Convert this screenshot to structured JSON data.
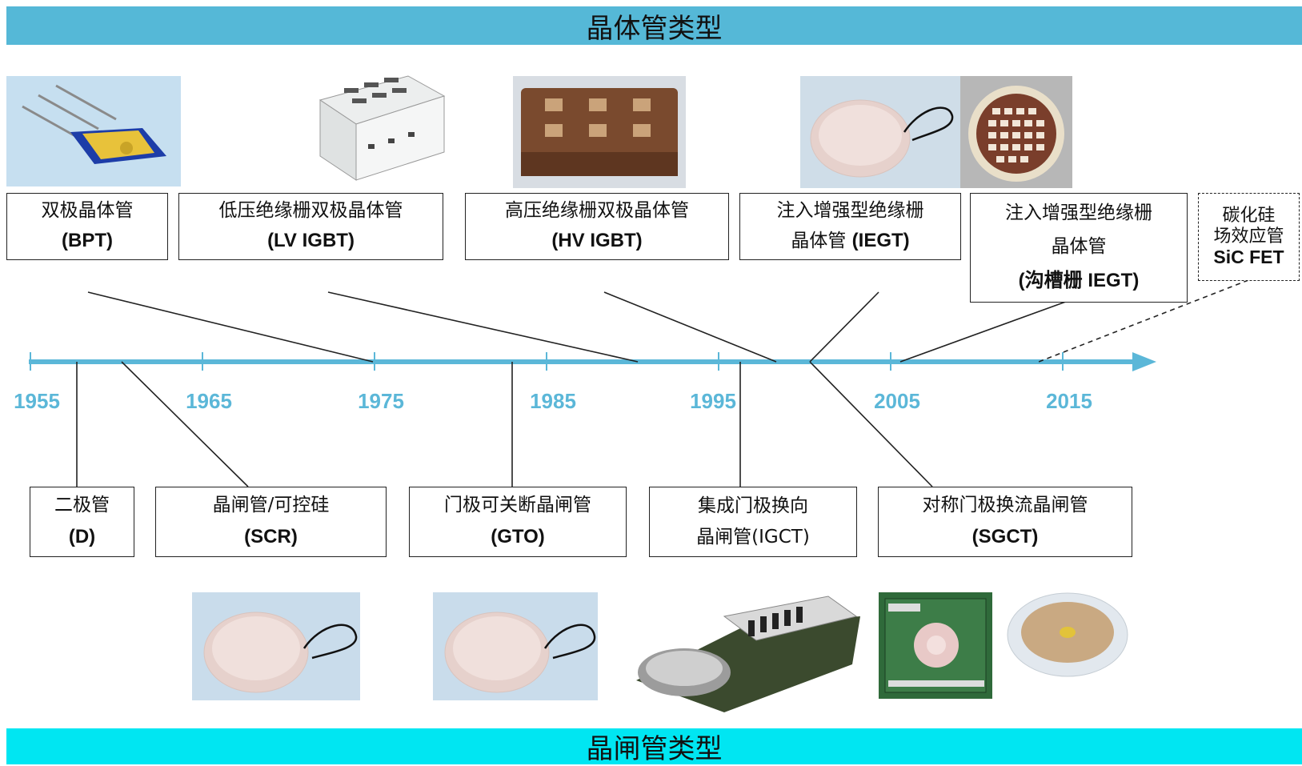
{
  "titles": {
    "top": "晶体管类型",
    "bottom": "晶闸管类型"
  },
  "axis": {
    "ticks": [
      "1955",
      "1965",
      "1975",
      "1985",
      "1995",
      "2005",
      "2015"
    ],
    "color": "#5bb7d8"
  },
  "transistors": [
    {
      "cn": "双极晶体管",
      "en": "(BPT)"
    },
    {
      "cn": "低压绝缘栅双极晶体管",
      "en": "(LV IGBT)"
    },
    {
      "cn": "高压绝缘栅双极晶体管",
      "en": "(HV IGBT)"
    },
    {
      "cn": "注入增强型绝缘栅",
      "cn2": "晶体管",
      "en": "(IEGT)"
    },
    {
      "cn": "注入增强型绝缘栅",
      "cn2": "晶体管",
      "en": "(沟槽栅 IEGT)"
    },
    {
      "cn": "碳化硅",
      "cn2": "场效应管",
      "en": "SiC FET"
    }
  ],
  "thyristors": [
    {
      "cn": "二极管",
      "en": "(D)"
    },
    {
      "cn": "晶闸管/可控硅",
      "en": "(SCR)"
    },
    {
      "cn": "门极可关断晶闸管",
      "en": "(GTO)"
    },
    {
      "cn": "集成门极换向",
      "cn2": "晶闸管(IGCT)"
    },
    {
      "cn": "对称门极换流晶闸管",
      "en": "(SGCT)"
    }
  ],
  "colors": {
    "top_banner": "#55b8d7",
    "bottom_banner": "#00e6f2",
    "axis": "#5bb7d8"
  }
}
